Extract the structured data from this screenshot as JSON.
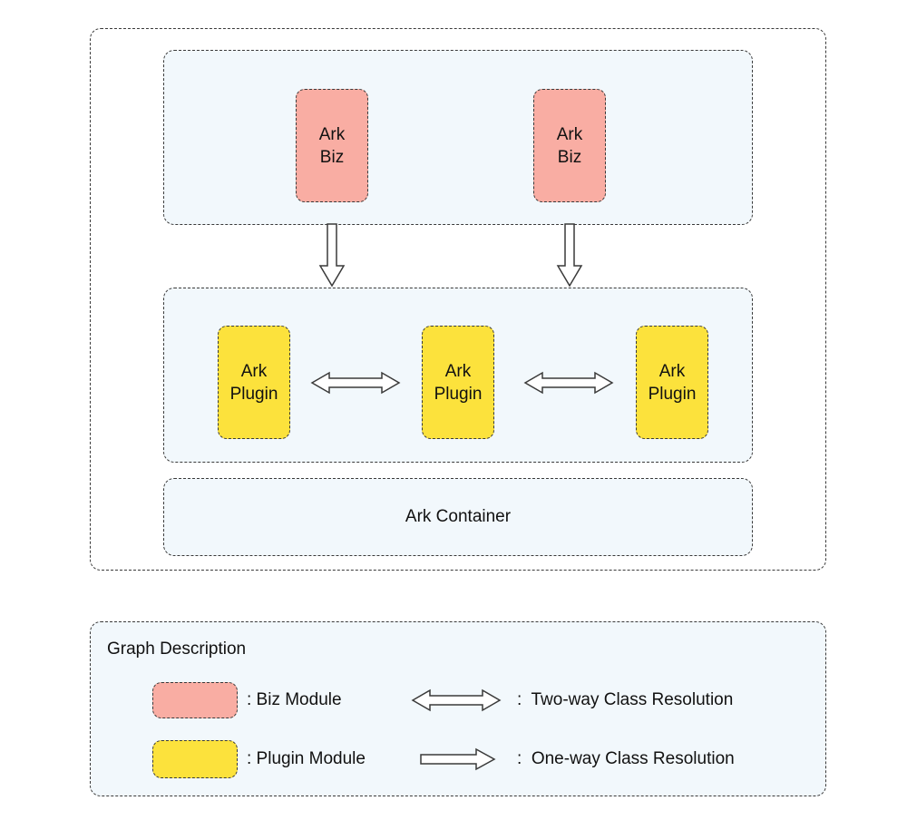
{
  "colors": {
    "biz_module": "#f9ada3",
    "plugin_module": "#fce23c",
    "panel_background": "#f2f8fc",
    "border": "#3a3a3a"
  },
  "diagram": {
    "biz_layer": {
      "modules": [
        {
          "line1": "Ark",
          "line2": "Biz"
        },
        {
          "line1": "Ark",
          "line2": "Biz"
        }
      ]
    },
    "plugin_layer": {
      "modules": [
        {
          "line1": "Ark",
          "line2": "Plugin"
        },
        {
          "line1": "Ark",
          "line2": "Plugin"
        },
        {
          "line1": "Ark",
          "line2": "Plugin"
        }
      ]
    },
    "container_label": "Ark Container"
  },
  "legend": {
    "title": "Graph Description",
    "biz_module": ": Biz Module",
    "plugin_module": ": Plugin Module",
    "two_way": ":  Two-way Class Resolution",
    "one_way": ":  One-way Class Resolution"
  }
}
